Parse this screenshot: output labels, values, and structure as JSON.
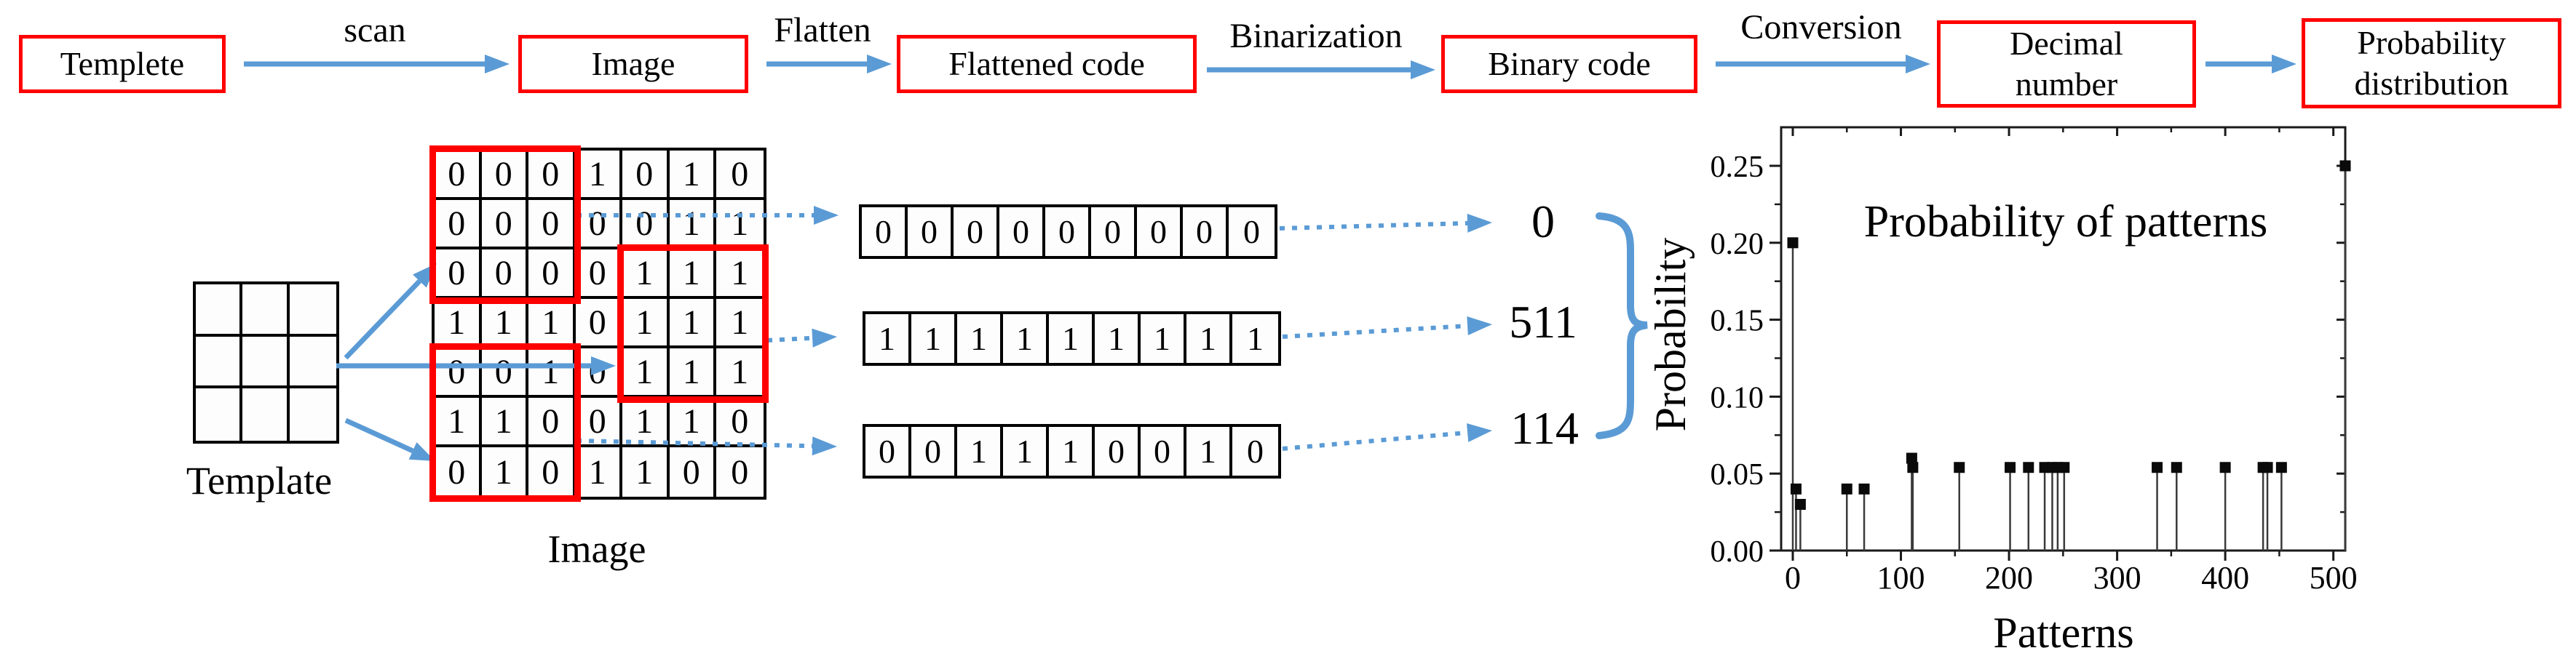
{
  "colors": {
    "accent_blue": "#5B9BD5",
    "box_red": "#FF0000",
    "ink": "#000000"
  },
  "flow": {
    "boxes": [
      {
        "id": "templete",
        "lines": [
          "Templete"
        ]
      },
      {
        "id": "image",
        "lines": [
          "Image"
        ]
      },
      {
        "id": "flattened-code",
        "lines": [
          "Flattened code"
        ]
      },
      {
        "id": "binary-code",
        "lines": [
          "Binary code"
        ]
      },
      {
        "id": "decimal-number",
        "lines": [
          "Decimal",
          "number"
        ]
      },
      {
        "id": "probability-distribution",
        "lines": [
          "Probability",
          "distribution"
        ]
      }
    ],
    "arrows": [
      {
        "label": "scan"
      },
      {
        "label": "Flatten"
      },
      {
        "label": "Binarization"
      },
      {
        "label": "Conversion"
      },
      {
        "label": ""
      }
    ]
  },
  "template": {
    "label": "Template",
    "rows": 3,
    "cols": 3
  },
  "image_grid": {
    "label": "Image",
    "rows": [
      [
        "0",
        "0",
        "0",
        "1",
        "0",
        "1",
        "0"
      ],
      [
        "0",
        "0",
        "0",
        "0",
        "0",
        "1",
        "1"
      ],
      [
        "0",
        "0",
        "0",
        "0",
        "1",
        "1",
        "1"
      ],
      [
        "1",
        "1",
        "1",
        "0",
        "1",
        "1",
        "1"
      ],
      [
        "0",
        "0",
        "1",
        "0",
        "1",
        "1",
        "1"
      ],
      [
        "1",
        "1",
        "0",
        "0",
        "1",
        "1",
        "0"
      ],
      [
        "0",
        "1",
        "0",
        "1",
        "1",
        "0",
        "0"
      ]
    ],
    "highlights": [
      {
        "row": 0,
        "col": 0,
        "rows": 3,
        "cols": 3
      },
      {
        "row": 2,
        "col": 4,
        "rows": 3,
        "cols": 3
      },
      {
        "row": 4,
        "col": 0,
        "rows": 3,
        "cols": 3
      }
    ]
  },
  "codes": [
    {
      "bits": [
        "0",
        "0",
        "0",
        "0",
        "0",
        "0",
        "0",
        "0",
        "0"
      ],
      "decimal": "0"
    },
    {
      "bits": [
        "1",
        "1",
        "1",
        "1",
        "1",
        "1",
        "1",
        "1",
        "1"
      ],
      "decimal": "511"
    },
    {
      "bits": [
        "0",
        "0",
        "1",
        "1",
        "1",
        "0",
        "0",
        "1",
        "0"
      ],
      "decimal": "114"
    }
  ],
  "chart_data": {
    "type": "stem",
    "title": "Probability of patterns",
    "xlabel": "Patterns",
    "ylabel": "Probability",
    "xlim": [
      -11,
      520
    ],
    "ylim": [
      0,
      0.275
    ],
    "grid": false,
    "marker": "black-square",
    "xticks": [
      0,
      100,
      200,
      300,
      400,
      500
    ],
    "xtick_labels": [
      "0",
      "100",
      "200",
      "300",
      "400",
      "500"
    ],
    "x_minor": [
      50,
      150,
      250,
      350,
      450
    ],
    "yticks": [
      0,
      0.05,
      0.1,
      0.15,
      0.2,
      0.25
    ],
    "ytick_labels": [
      "0.00",
      "0.05",
      "0.10",
      "0.15",
      "0.20",
      "0.25"
    ],
    "y_minor": [
      0.025,
      0.075,
      0.125,
      0.175,
      0.225
    ],
    "points": [
      [
        0,
        0.2
      ],
      [
        3,
        0.04
      ],
      [
        7,
        0.03
      ],
      [
        50,
        0.04
      ],
      [
        66,
        0.04
      ],
      [
        110,
        0.06
      ],
      [
        111,
        0.054
      ],
      [
        154,
        0.054
      ],
      [
        201,
        0.054
      ],
      [
        218,
        0.054
      ],
      [
        233,
        0.054
      ],
      [
        240,
        0.054
      ],
      [
        245,
        0.054
      ],
      [
        251,
        0.054
      ],
      [
        337,
        0.054
      ],
      [
        355,
        0.054
      ],
      [
        400,
        0.054
      ],
      [
        435,
        0.054
      ],
      [
        439,
        0.054
      ],
      [
        452,
        0.054
      ],
      [
        511,
        0.25
      ]
    ]
  }
}
